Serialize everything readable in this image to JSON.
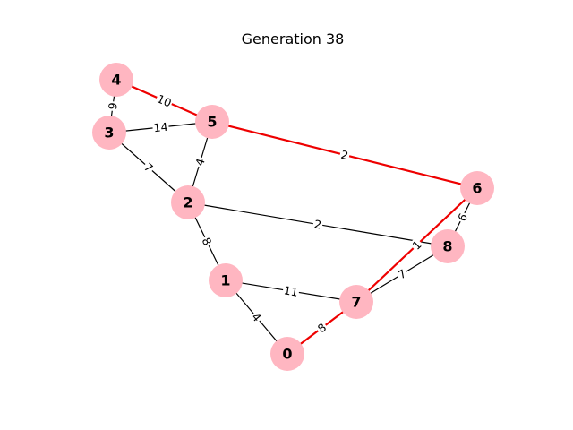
{
  "title": "Generation 38",
  "colors": {
    "node_fill": "#ffb6c1",
    "edge_default": "#000000",
    "edge_highlight": "#ee0000"
  },
  "nodes": [
    {
      "id": "0",
      "label": "0"
    },
    {
      "id": "1",
      "label": "1"
    },
    {
      "id": "2",
      "label": "2"
    },
    {
      "id": "3",
      "label": "3"
    },
    {
      "id": "4",
      "label": "4"
    },
    {
      "id": "5",
      "label": "5"
    },
    {
      "id": "6",
      "label": "6"
    },
    {
      "id": "7",
      "label": "7"
    },
    {
      "id": "8",
      "label": "8"
    }
  ],
  "edges": [
    {
      "source": "4",
      "target": "5",
      "weight": "10",
      "highlighted": true
    },
    {
      "source": "4",
      "target": "3",
      "weight": "9",
      "highlighted": false
    },
    {
      "source": "3",
      "target": "5",
      "weight": "14",
      "highlighted": false
    },
    {
      "source": "3",
      "target": "2",
      "weight": "7",
      "highlighted": false
    },
    {
      "source": "5",
      "target": "2",
      "weight": "4",
      "highlighted": false
    },
    {
      "source": "5",
      "target": "6",
      "weight": "2",
      "highlighted": true
    },
    {
      "source": "2",
      "target": "8",
      "weight": "2",
      "highlighted": false
    },
    {
      "source": "2",
      "target": "1",
      "weight": "8",
      "highlighted": false
    },
    {
      "source": "6",
      "target": "8",
      "weight": "6",
      "highlighted": false
    },
    {
      "source": "6",
      "target": "7",
      "weight": "1",
      "highlighted": true
    },
    {
      "source": "8",
      "target": "7",
      "weight": "7",
      "highlighted": false
    },
    {
      "source": "1",
      "target": "7",
      "weight": "11",
      "highlighted": false
    },
    {
      "source": "1",
      "target": "0",
      "weight": "4",
      "highlighted": false
    },
    {
      "source": "7",
      "target": "0",
      "weight": "8",
      "highlighted": true
    }
  ]
}
